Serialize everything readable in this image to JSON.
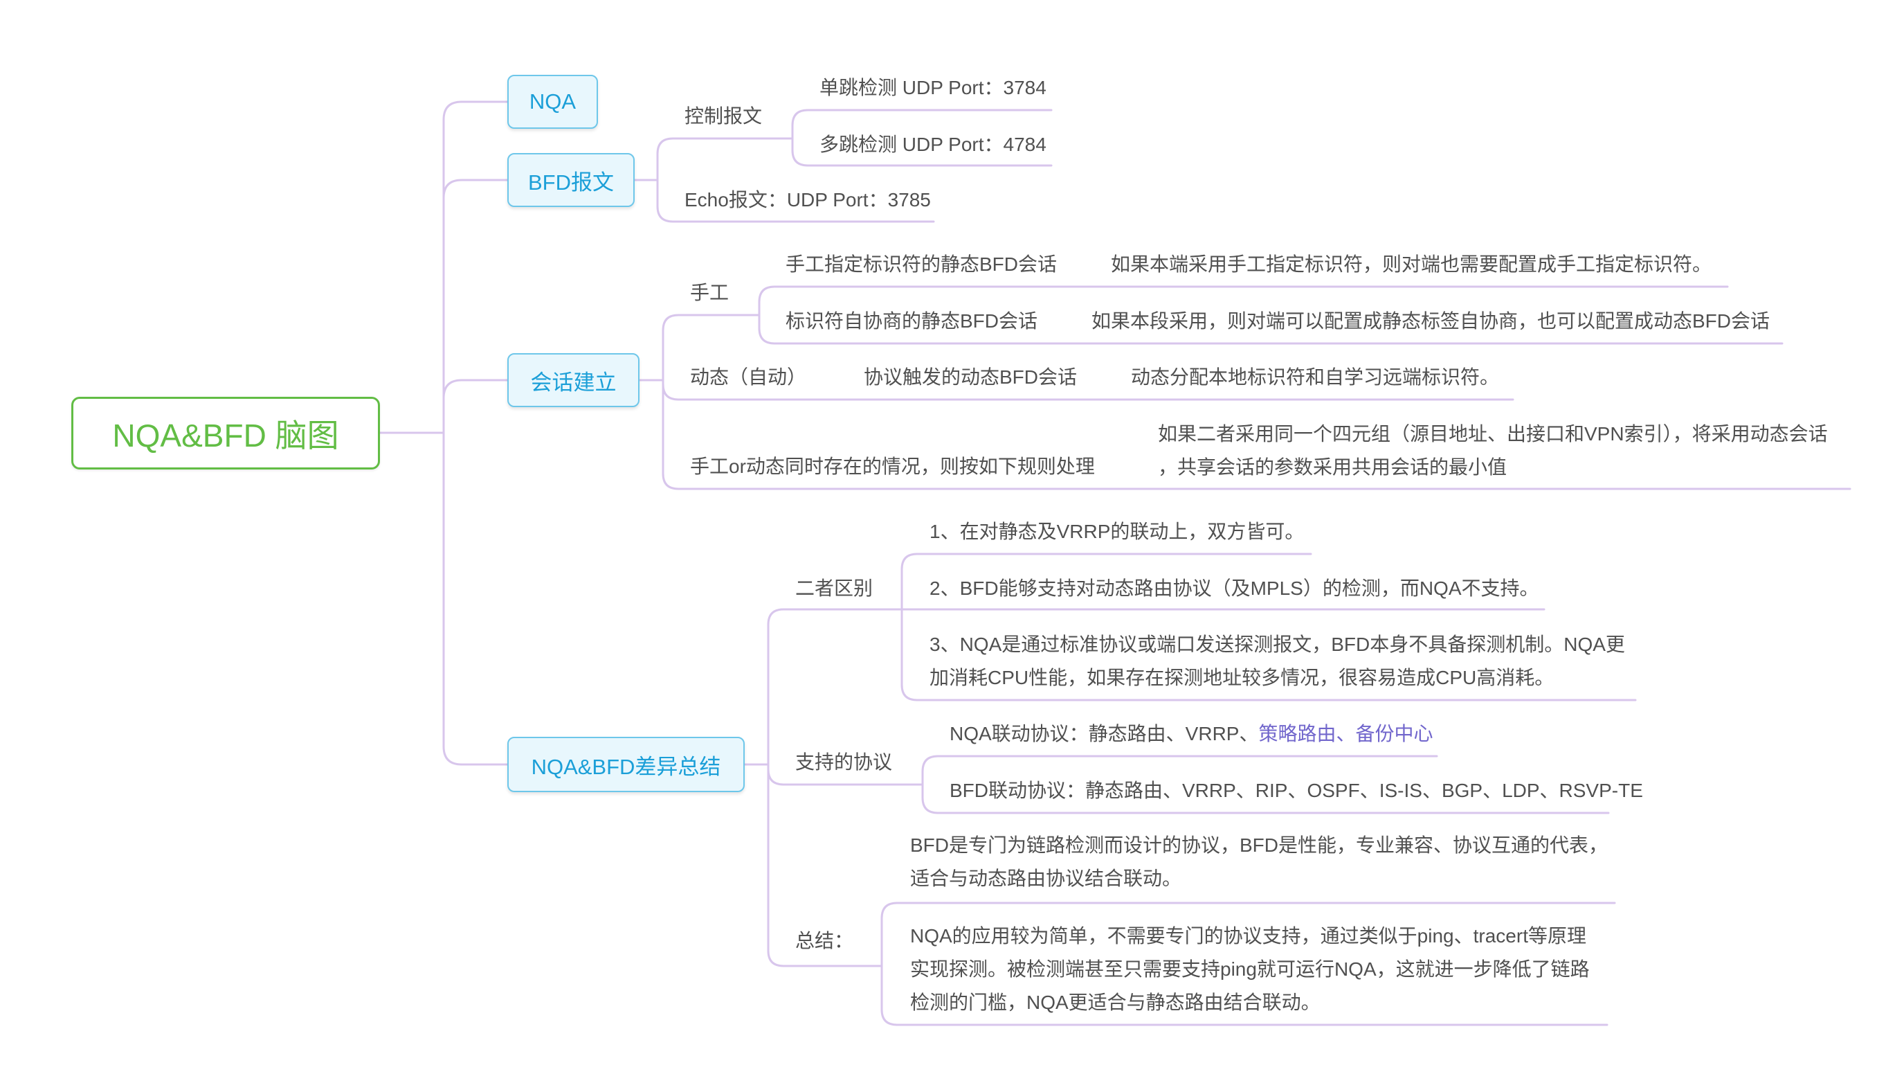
{
  "root": {
    "title": "NQA&BFD 脑图"
  },
  "nqa": {
    "label": "NQA"
  },
  "bfd_packet": {
    "label": "BFD报文",
    "control": {
      "label": "控制报文",
      "single_hop": "单跳检测 UDP Port：3784",
      "multi_hop": "多跳检测 UDP Port：4784"
    },
    "echo": "Echo报文：UDP Port：3785"
  },
  "session": {
    "label": "会话建立",
    "manual": {
      "label": "手工",
      "static_manual_id": {
        "label": "手工指定标识符的静态BFD会话",
        "note": "如果本端采用手工指定标识符，则对端也需要配置成手工指定标识符。"
      },
      "static_auto_id": {
        "label": "标识符自协商的静态BFD会话",
        "note": "如果本段采用，则对端可以配置成静态标签自协商，也可以配置成动态BFD会话"
      }
    },
    "dynamic": {
      "label": "动态（自动）",
      "protocol_triggered": {
        "label": "协议触发的动态BFD会话",
        "note": "动态分配本地标识符和自学习远端标识符。"
      }
    },
    "coexist": {
      "label": "手工or动态同时存在的情况，则按如下规则处理",
      "note": [
        "如果二者采用同一个四元组（源目地址、出接口和VPN索引），将采用动态会话",
        "，共享会话的参数采用共用会话的最小值"
      ]
    }
  },
  "comparison": {
    "label": "NQA&BFD差异总结",
    "differences": {
      "label": "二者区别",
      "items": [
        [
          "1、在对静态及VRRP的联动上，双方皆可。"
        ],
        [
          "2、BFD能够支持对动态路由协议（及MPLS）的检测，而NQA不支持。"
        ],
        [
          "3、NQA是通过标准协议或端口发送探测报文，BFD本身不具备探测机制。NQA更",
          "加消耗CPU性能，如果存在探测地址较多情况，很容易造成CPU高消耗。"
        ]
      ]
    },
    "protocols": {
      "label": "支持的协议",
      "nqa": {
        "text": "NQA联动协议：静态路由、VRRP、",
        "highlight": "策略路由、备份中心"
      },
      "bfd": "BFD联动协议：静态路由、VRRP、RIP、OSPF、IS-IS、BGP、LDP、RSVP-TE"
    },
    "summary": {
      "label": "总结：",
      "bfd": [
        "BFD是专门为链路检测而设计的协议，BFD是性能，专业兼容、协议互通的代表，",
        "适合与动态路由协议结合联动。"
      ],
      "nqa": [
        "NQA的应用较为简单，不需要专门的协议支持，通过类似于ping、tracert等原理",
        "实现探测。被检测端甚至只需要支持ping就可运行NQA，这就进一步降低了链路",
        "检测的门槛，NQA更适合与静态路由结合联动。"
      ]
    }
  },
  "colors": {
    "connector": "#d8c6ec",
    "root": "#62bd45",
    "topic_text": "#1b9fd8",
    "topic_border": "#6ec7ea",
    "topic_fill": "#e8f7fd",
    "text": "#505050",
    "highlight": "#7166cc"
  }
}
